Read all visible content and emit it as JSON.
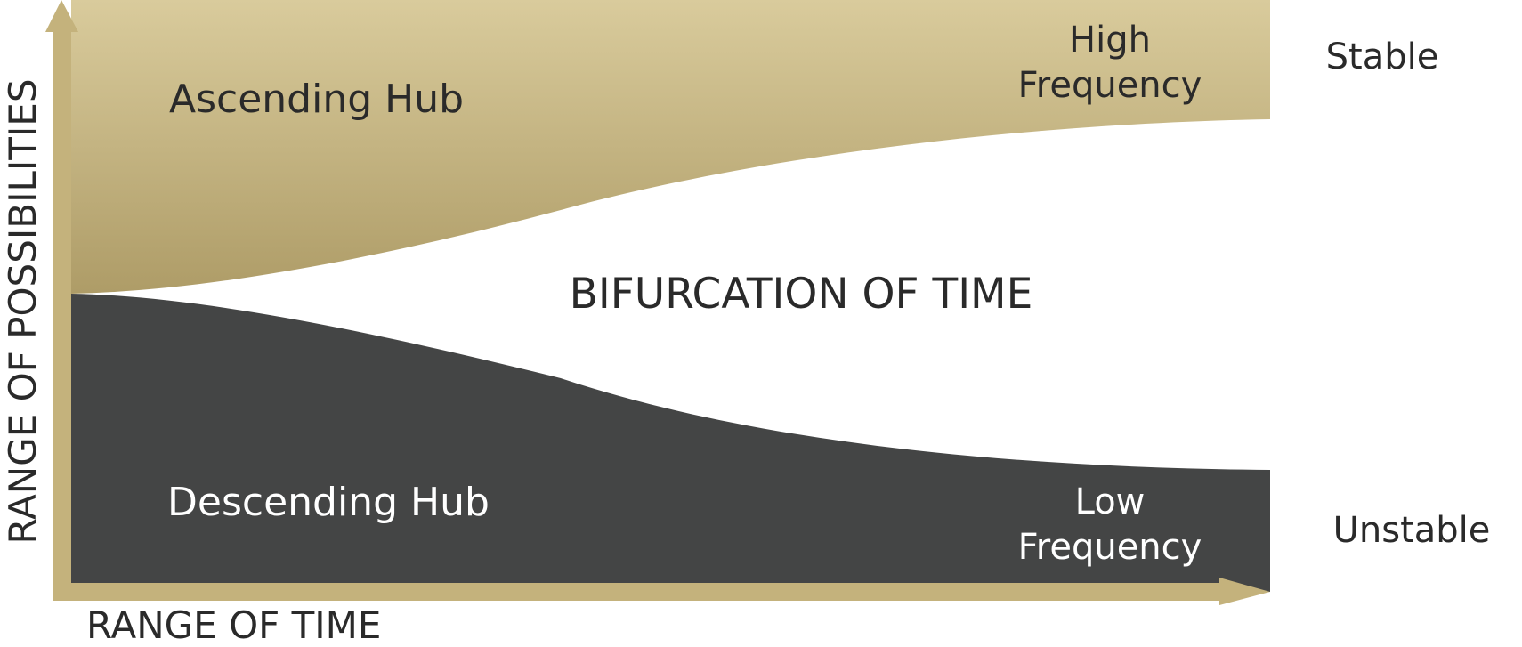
{
  "title": "BIFURCATION OF TIME",
  "axes": {
    "y_label": "RANGE OF POSSIBILITIES",
    "x_label": "RANGE OF TIME"
  },
  "regions": {
    "ascending": {
      "label": "Ascending Hub",
      "end_label_line1": "High",
      "end_label_line2": "Frequency"
    },
    "descending": {
      "label": "Descending Hub",
      "end_label_line1": "Low",
      "end_label_line2": "Frequency"
    }
  },
  "side_labels": {
    "top": "Stable",
    "bottom": "Unstable"
  },
  "colors": {
    "gold_light": "#d9cb9c",
    "gold_dark": "#b2a06a",
    "axis_gold": "#c4b27c",
    "dark_region": "#444545",
    "text_dark": "#2a2a2a",
    "text_light": "#ffffff"
  }
}
